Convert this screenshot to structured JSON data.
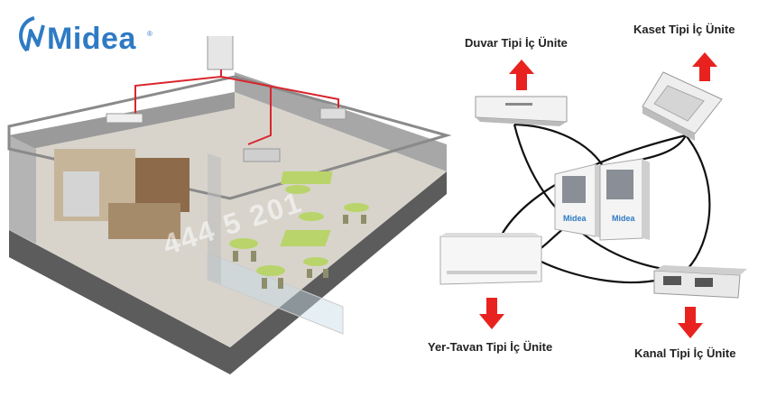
{
  "brand": {
    "name": "Midea",
    "accent": "#2e7bc4"
  },
  "watermark": "444 5 201",
  "units": {
    "wall": {
      "label": "Duvar Tipi İç Ünite"
    },
    "cassette": {
      "label": "Kaset Tipi İç Ünite"
    },
    "floor_ceiling": {
      "label": "Yer-Tavan Tipi İç Ünite"
    },
    "duct": {
      "label": "Kanal Tipi İç Ünite"
    }
  },
  "outdoor_unit": {
    "brand_text": "Midea"
  },
  "colors": {
    "arrow": "#e8231f",
    "pipe": "#111111",
    "refrigerant_line": "#d9262c",
    "floor": "#6b6b6b"
  },
  "icons": [
    "arrow-up-icon",
    "arrow-down-icon",
    "midea-logo-icon"
  ]
}
